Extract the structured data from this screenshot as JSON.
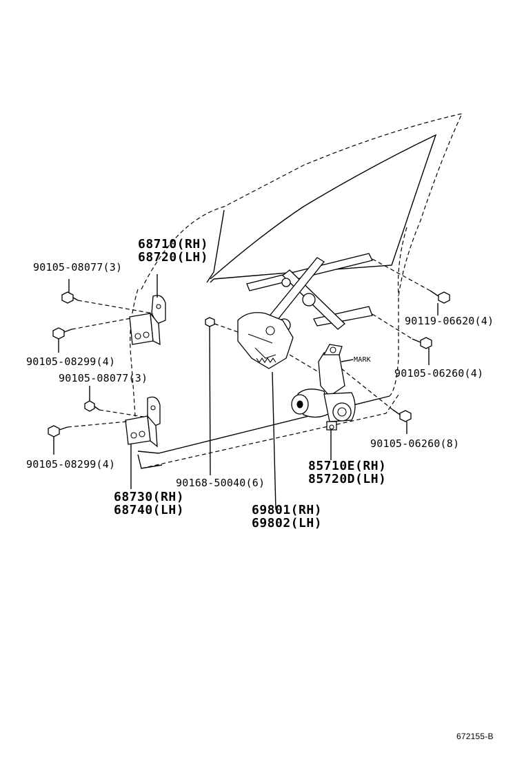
{
  "labels": {
    "hinge_upper": [
      "68710(RH)",
      "68720(LH)"
    ],
    "hinge_lower": [
      "68730(RH)",
      "68740(LH)"
    ],
    "bolt_upper_a": "90105-08077(3)",
    "bolt_upper_b": "90105-08299(4)",
    "bolt_lower_a": "90105-08077(3)",
    "bolt_lower_b": "90105-08299(4)",
    "bolt_regulator_top": "90119-06620(4)",
    "bolt_regulator_mid": "90105-06260(4)",
    "bolt_motor": "90105-06260(8)",
    "bolt_center": "90168-50040(6)",
    "motor": [
      "85710E(RH)",
      "85720D(LH)"
    ],
    "regulator": [
      "69801(RH)",
      "69802(LH)"
    ],
    "mark": "MARK",
    "figure_code": "672155-B"
  },
  "icons": [
    "bolt-icon",
    "hinge-icon",
    "window-regulator-icon",
    "regulator-motor-icon",
    "door-outline-icon"
  ]
}
